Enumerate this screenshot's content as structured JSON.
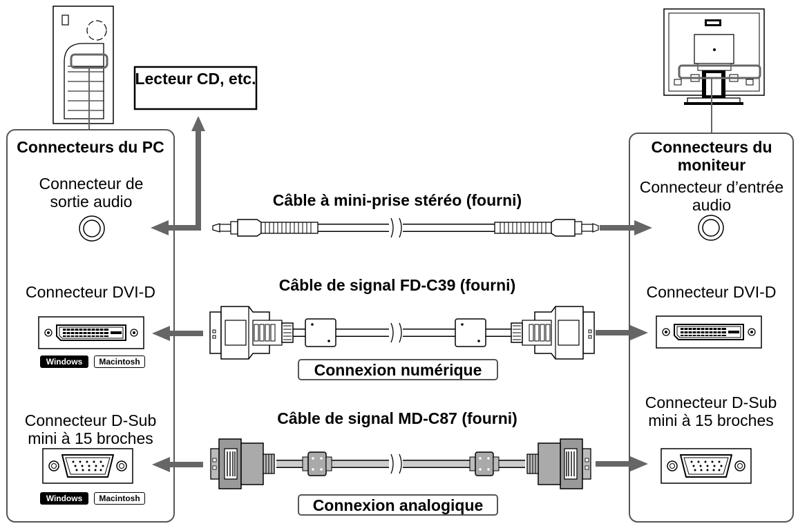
{
  "diagram": {
    "pc_box": {
      "title": "Connecteurs du PC",
      "audio_out": "Connecteur de sortie audio",
      "dvi": "Connecteur DVI-D",
      "dsub": "Connecteur D-Sub mini à 15 broches",
      "badges": {
        "windows": "Windows",
        "mac": "Macintosh"
      }
    },
    "monitor_box": {
      "title": "Connecteurs du moniteur",
      "audio_in": "Connecteur d’entrée audio",
      "dvi": "Connecteur DVI-D",
      "dsub": "Connecteur D-Sub mini à 15 broches"
    },
    "cd_box": "Lecteur CD, etc.",
    "cables": {
      "audio": "Câble à mini-prise stéréo (fourni)",
      "dvi": "Câble de signal FD-C39 (fourni)",
      "vga": "Câble de signal MD-C87 (fourni)"
    },
    "connection_labels": {
      "digital": "Connexion numérique",
      "analog": "Connexion analogique"
    },
    "colors": {
      "arrow": "#666666",
      "box_border": "#555555",
      "connector_shell": "#999999"
    }
  }
}
